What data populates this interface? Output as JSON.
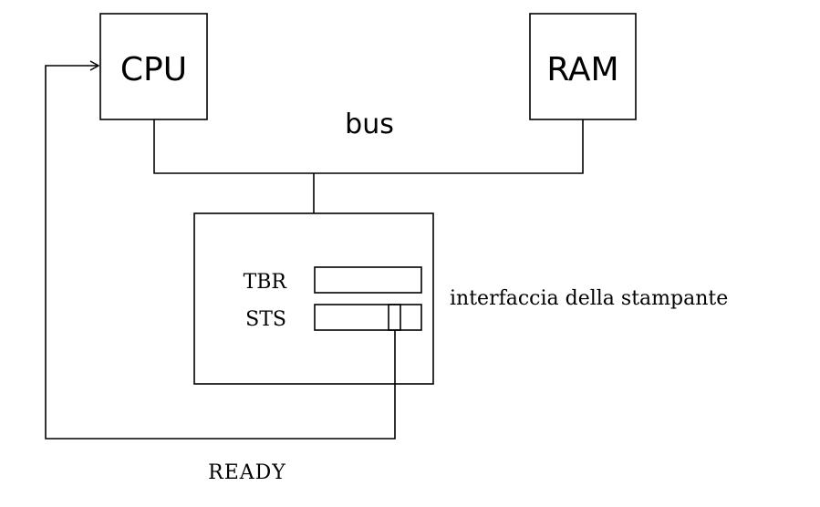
{
  "nodes": {
    "cpu": "CPU",
    "ram": "RAM",
    "bus": "bus",
    "tbr": "TBR",
    "sts": "STS",
    "interface": "interfaccia della stampante",
    "ready": "READY"
  }
}
